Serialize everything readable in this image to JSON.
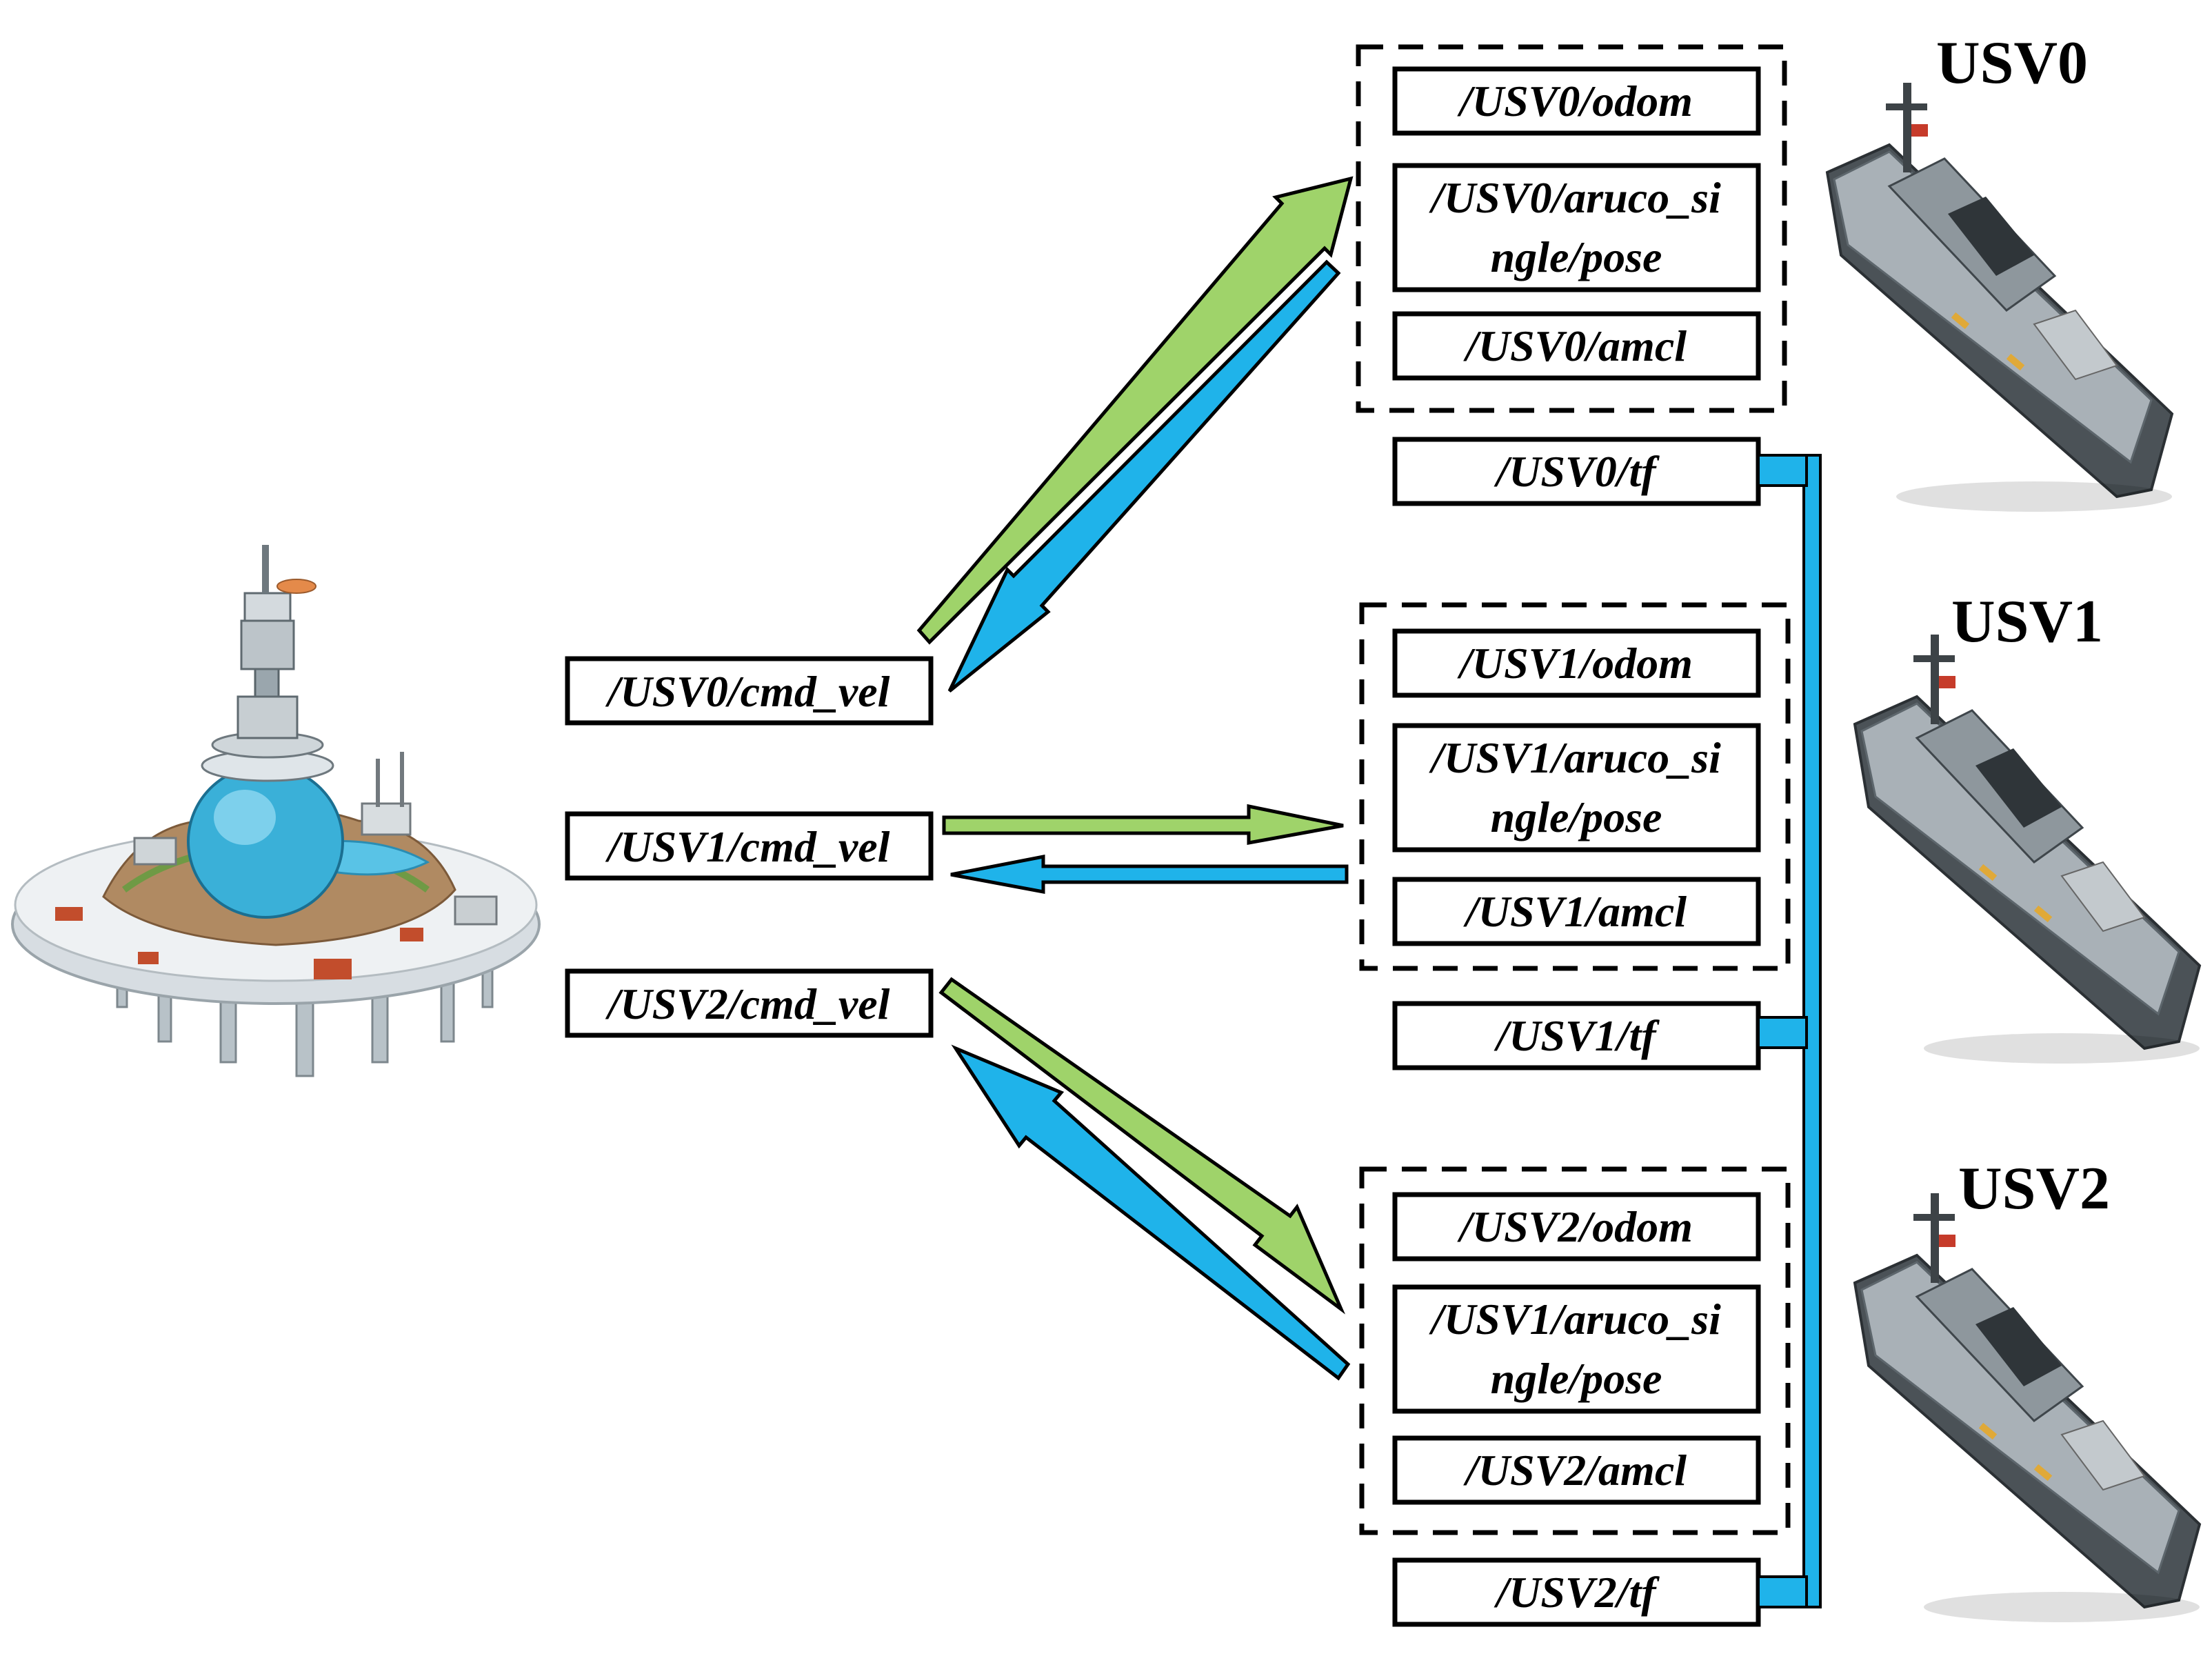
{
  "colors": {
    "green_arrow": "#9fd36a",
    "blue_arrow": "#1fb3ea",
    "outline": "#000000",
    "tf_bus": "#1fb3ea"
  },
  "station": {
    "icon": "ocean-platform-station-icon",
    "cmd_vel_topics": [
      "/USV0/cmd_vel",
      "/USV1/cmd_vel",
      "/USV2/cmd_vel"
    ]
  },
  "usvs": [
    {
      "label": "USV0",
      "icon": "boat-icon",
      "topics": [
        "/USV0/odom",
        "/USV0/aruco_si",
        "ngle/pose",
        "/USV0/amcl"
      ],
      "tf": "/USV0/tf"
    },
    {
      "label": "USV1",
      "icon": "boat-icon",
      "topics": [
        "/USV1/odom",
        "/USV1/aruco_si",
        "ngle/pose",
        "/USV1/amcl"
      ],
      "tf": "/USV1/tf"
    },
    {
      "label": "USV2",
      "icon": "boat-icon",
      "topics": [
        "/USV2/odom",
        "/USV1/aruco_si",
        "ngle/pose",
        "/USV2/amcl"
      ],
      "tf": "/USV2/tf"
    }
  ]
}
